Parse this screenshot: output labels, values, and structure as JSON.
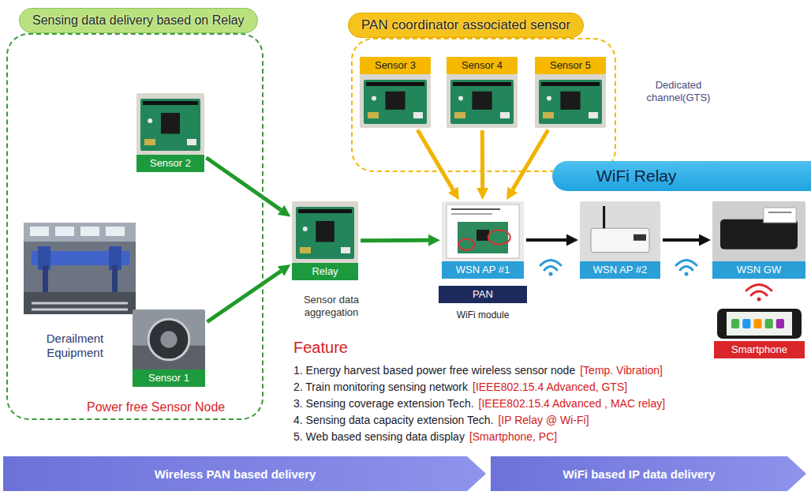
{
  "diagram": {
    "nodes": [
      {
        "text": [
          "Sensing data delivery based on Relay",
          "Power free Sensor Node"
        ]
      },
      {
        "text": [
          "Sensor 2"
        ],
        "in": 0
      },
      {
        "text": [
          "Sensor 1"
        ],
        "in": 0
      },
      {
        "text": [
          "PAN coordinator associated sensor"
        ]
      },
      {
        "text": [
          "Sensor 3"
        ],
        "in": 3
      },
      {
        "text": [
          "Sensor 4"
        ],
        "in": 3
      },
      {
        "text": [
          "Sensor 5"
        ],
        "in": 3
      },
      {
        "text": [
          "Relay"
        ]
      },
      {
        "text": [
          "WSN AP #1"
        ]
      },
      {
        "text": [
          "WiFi Relay"
        ]
      },
      {
        "text": [
          "WSN AP #2"
        ]
      },
      {
        "text": [
          "WSN GW"
        ]
      },
      {
        "text": [
          "Smartphone"
        ]
      },
      {
        "text": [
          "Wireless PAN based delivery"
        ]
      },
      {
        "text": [
          "WiFi based IP data delivery"
        ]
      }
    ],
    "edges": [
      {
        "from": 1,
        "to": 7,
        "arrow": "to"
      },
      {
        "from": 2,
        "to": 7,
        "arrow": "to"
      },
      {
        "from": 7,
        "to": 8,
        "arrow": "to"
      },
      {
        "from": 4,
        "to": 8,
        "arrow": "to"
      },
      {
        "from": 5,
        "to": 8,
        "arrow": "to"
      },
      {
        "from": 6,
        "to": 8,
        "arrow": "to"
      },
      {
        "from": 8,
        "to": 10,
        "arrow": "to"
      },
      {
        "from": 10,
        "to": 11,
        "arrow": "to"
      }
    ],
    "labels": [
      "Derailment Equipment",
      "Sensor data aggregation",
      "Dedicated channel(GTS)",
      "PAN",
      "WiFi module",
      "Feature",
      "1. Energy harvest based power free wireless sensor node",
      "[Temp. Vibration]",
      "2. Train monitoring sensing network",
      "[IEEE802.15.4 Advanced, GTS]",
      "3. Sensing coverage extension Tech.",
      "[IEEE802.15.4 Advanced , MAC relay]",
      "4. Sensing data capacity extension Tech.",
      "[IP Relay @ Wi-Fi]",
      "5. Web based sensing data display",
      "[Smartphone, PC]"
    ]
  }
}
